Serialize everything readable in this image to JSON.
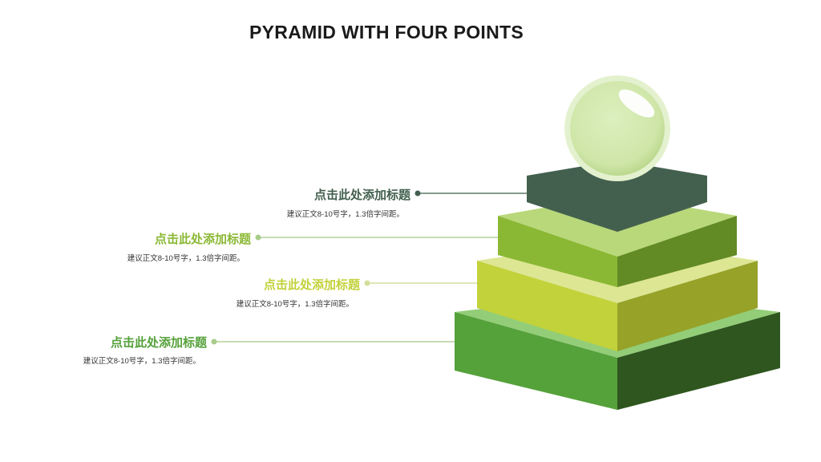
{
  "title": "PYRAMID WITH FOUR POINTS",
  "colors": {
    "level1": "#43604f",
    "level2": "#8bb834",
    "level3": "#c2d23a",
    "level4": "#55a13a",
    "sphere": "#d4e8b0"
  },
  "points": [
    {
      "heading": "点击此处添加标题",
      "text": "建议正文8-10号字，1.3倍字间距。",
      "color": "#43604f"
    },
    {
      "heading": "点击此处添加标题",
      "text": "建议正文8-10号字，1.3倍字间距。",
      "color": "#8bb834"
    },
    {
      "heading": "点击此处添加标题",
      "text": "建议正文8-10号字，1.3倍字间距。",
      "color": "#c2d23a"
    },
    {
      "heading": "点击此处添加标题",
      "text": "建议正文8-10号字，1.3倍字间距。",
      "color": "#55a13a"
    }
  ]
}
